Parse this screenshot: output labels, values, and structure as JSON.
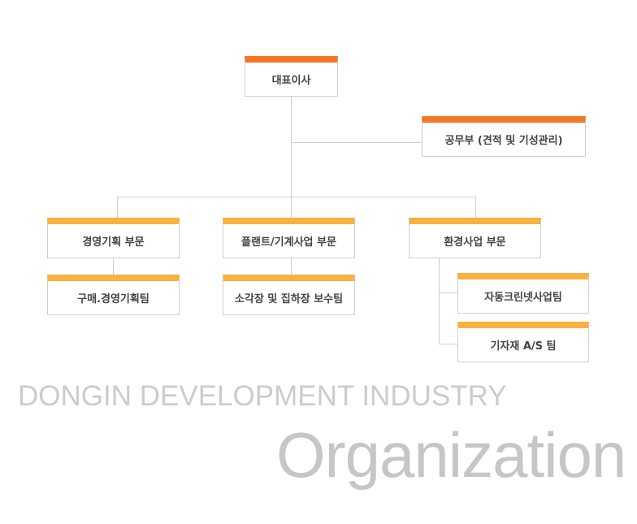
{
  "org": {
    "ceo": "대표이사",
    "construction": "공무부 (견적 및 기성관리)",
    "divisions": [
      {
        "label": "경영기획 부문",
        "teams": [
          "구매.경영기획팀"
        ]
      },
      {
        "label": "플랜트/기계사업 부문",
        "teams": [
          "소각장 및 집하장 보수팀"
        ]
      },
      {
        "label": "환경사업 부문",
        "teams": [
          "자동크린넷사업팀",
          "기자재 A/S 팀"
        ]
      }
    ]
  },
  "footer": {
    "company": "DONGIN DEVELOPMENT INDUSTRY",
    "title": "Organization"
  },
  "colors": {
    "primary": "#f47725",
    "secondary": "#fbb040"
  }
}
